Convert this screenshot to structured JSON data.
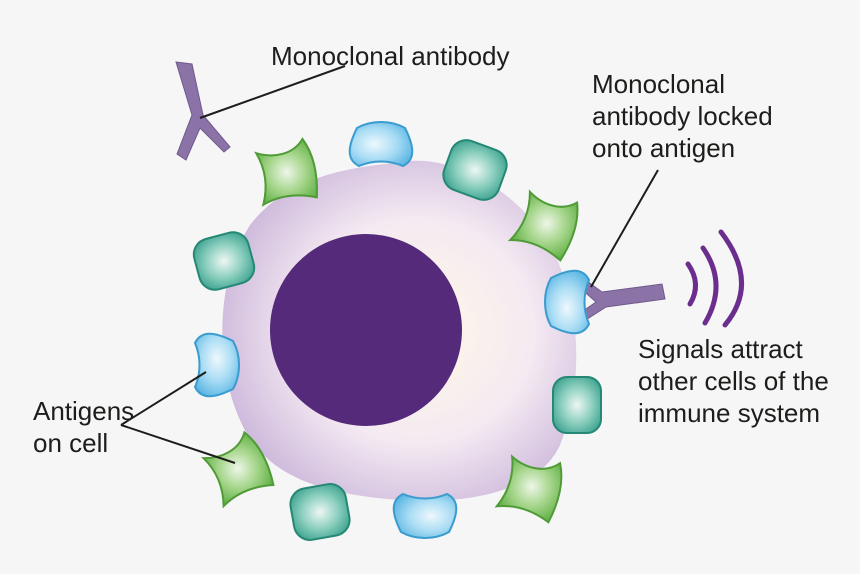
{
  "labels": {
    "free_antibody": [
      "Monoclonal antibody"
    ],
    "locked_antibody": [
      "Monoclonal",
      "antibody locked",
      "onto antigen"
    ],
    "antigens": [
      "Antigens",
      "on cell"
    ],
    "signals": [
      "Signals attract",
      "other cells of the",
      "immune system"
    ]
  },
  "colors": {
    "background": "#f6f6f6",
    "cell_center": "#fff8e6",
    "cell_edge": "#c9b3d9",
    "nucleus": "#552a7b",
    "antibody": "#8b73a8",
    "antigen_blue": "#6fc3ea",
    "antigen_teal": "#3eaa94",
    "antigen_green": "#7cc15c",
    "signal": "#6b2e8f",
    "leader_line": "#1d1d1b"
  },
  "icons": [
    "antibody-icon",
    "blue-antigen-icon",
    "teal-antigen-icon",
    "green-antigen-icon",
    "signal-waves-icon"
  ]
}
